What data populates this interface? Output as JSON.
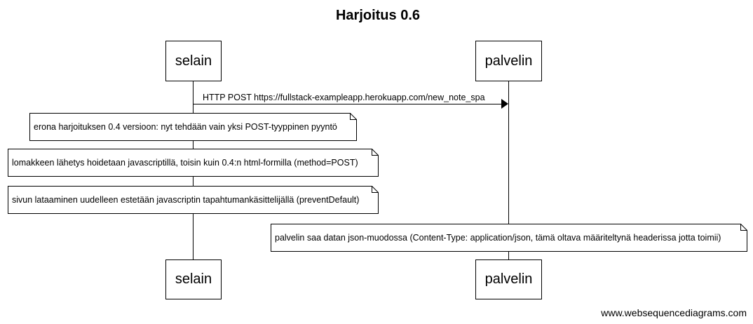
{
  "diagram": {
    "title": "Harjoitus 0.6",
    "actors": {
      "selain": "selain",
      "palvelin": "palvelin"
    },
    "message": "HTTP POST https://fullstack-exampleapp.herokuapp.com/new_note_spa",
    "notes": [
      "erona harjoituksen 0.4 versioon: nyt tehdään vain yksi POST-tyyppinen pyyntö",
      "lomakkeen lähetys hoidetaan javascriptillä, toisin kuin 0.4:n html-formilla (method=POST)",
      "sivun lataaminen uudelleen estetään javascriptin tapahtumankäsittelijällä (preventDefault)",
      "palvelin saa datan json-muodossa (Content-Type: application/json, tämä oltava määriteltynä headerissa jotta toimii)"
    ],
    "footer": "www.websequencediagrams.com"
  }
}
